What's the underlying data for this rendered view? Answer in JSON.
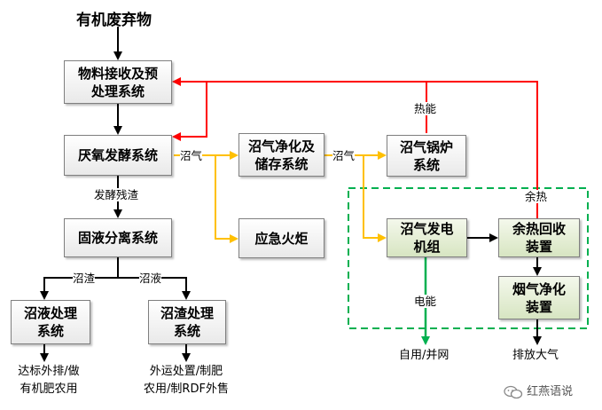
{
  "title": "有机废弃物",
  "boxes": {
    "receive": "物料接收及预\n处理系统",
    "anaerobic": "厌氧发酵系统",
    "separation": "固液分离系统",
    "liquid": "沼液处理\n系统",
    "residue": "沼渣处理\n系统",
    "purify": "沼气净化及\n储存系统",
    "flare": "应急火炬",
    "boiler": "沼气锅炉\n系统",
    "generator": "沼气发电\n机组",
    "heat_recovery": "余热回收\n装置",
    "flue_gas": "烟气净化\n装置"
  },
  "labels": {
    "biogas1": "沼气",
    "biogas2": "沼气",
    "digestate": "发酵残渣",
    "slag": "沼渣",
    "slurry": "沼液",
    "heat": "热能",
    "waste_heat": "余热",
    "electric": "电能"
  },
  "outputs": {
    "liquid_out": "达标外排/做\n有机肥农用",
    "residue_out": "外运处置/制肥\n农用/制RDF外售",
    "grid": "自用/并网",
    "atmosphere": "排放大气"
  },
  "watermark": {
    "icon": "wechat-icon",
    "text": "红燕语说"
  },
  "colors": {
    "heat_line": "#ff0000",
    "biogas_line": "#ffc000",
    "power_line": "#00b050",
    "dashed_frame": "#00b050"
  }
}
